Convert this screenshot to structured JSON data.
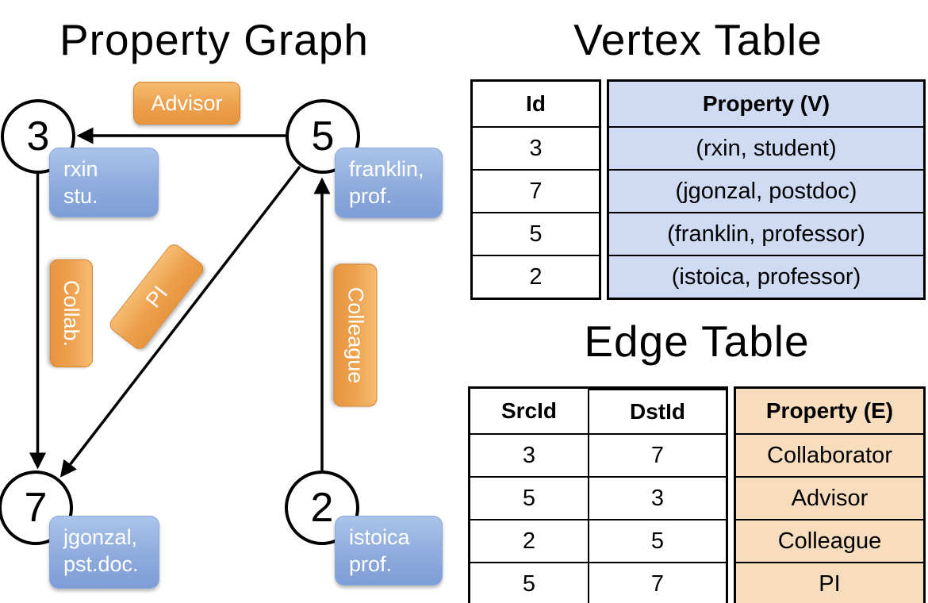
{
  "graph": {
    "title": "Property Graph",
    "vertices": [
      {
        "id": "3",
        "label_lines": [
          "rxin",
          "stu."
        ]
      },
      {
        "id": "5",
        "label_lines": [
          "franklin,",
          "prof."
        ]
      },
      {
        "id": "7",
        "label_lines": [
          "jgonzal,",
          "pst.doc."
        ]
      },
      {
        "id": "2",
        "label_lines": [
          "istoica",
          "prof."
        ]
      }
    ],
    "edges": [
      {
        "src": "3",
        "dst": "7",
        "label": "Collab."
      },
      {
        "src": "5",
        "dst": "3",
        "label": "Advisor"
      },
      {
        "src": "2",
        "dst": "5",
        "label": "Colleague"
      },
      {
        "src": "5",
        "dst": "7",
        "label": "PI"
      }
    ]
  },
  "vertex_table": {
    "title": "Vertex Table",
    "columns": [
      "Id",
      "Property (V)"
    ],
    "rows": [
      [
        "3",
        "(rxin, student)"
      ],
      [
        "7",
        "(jgonzal, postdoc)"
      ],
      [
        "5",
        "(franklin, professor)"
      ],
      [
        "2",
        "(istoica, professor)"
      ]
    ]
  },
  "edge_table": {
    "title": "Edge Table",
    "columns": [
      "SrcId",
      "DstId",
      "Property (E)"
    ],
    "rows": [
      [
        "3",
        "7",
        "Collaborator"
      ],
      [
        "5",
        "3",
        "Advisor"
      ],
      [
        "2",
        "5",
        "Colleague"
      ],
      [
        "5",
        "7",
        "PI"
      ]
    ]
  },
  "colors": {
    "edge_label_orange_top": "#f5bc72",
    "edge_label_orange_bottom": "#e8953e",
    "vertex_card_blue_top": "#abc4ea",
    "vertex_card_blue_bottom": "#7e9dd6",
    "vertex_table_fill": "#cfdbf2",
    "edge_table_fill": "#f7dcbd",
    "line_color": "#000000",
    "text_on_badges": "#ffffff"
  }
}
